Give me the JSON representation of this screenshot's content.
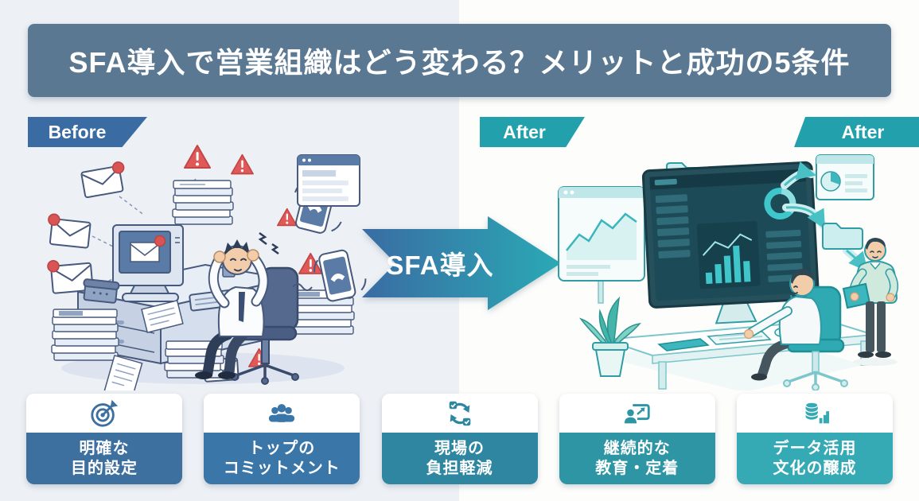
{
  "title": "SFA導入で営業組織はどう変わる？メリットと成功の5条件",
  "tags": {
    "before": "Before",
    "after_left": "After",
    "after_right": "After"
  },
  "arrow": {
    "label": "SFA導入"
  },
  "colors": {
    "title_bg": "#5a7892",
    "before_tag": "#3a6ca3",
    "after_tag": "#22a1ad",
    "left_bg": "#edf1f6",
    "right_bg": "#fdfdfc",
    "arrow_start": "#3a6ca3",
    "arrow_end": "#2aa9b5",
    "alert_red": "#e05858"
  },
  "cards": [
    {
      "icon": "target-icon",
      "color": "#3d6f9f",
      "lines": [
        "明確な",
        "目的設定"
      ]
    },
    {
      "icon": "people-icon",
      "color": "#3a76a8",
      "lines": [
        "トップの",
        "コミットメント"
      ]
    },
    {
      "icon": "sync-check-icon",
      "color": "#2e86a0",
      "lines": [
        "現場の",
        "負担軽減"
      ]
    },
    {
      "icon": "presentation-icon",
      "color": "#2d95a4",
      "lines": [
        "継続的な",
        "教育・定着"
      ]
    },
    {
      "icon": "database-chart-icon",
      "color": "#35a9b4",
      "lines": [
        "データ活用",
        "文化の醸成"
      ]
    }
  ]
}
